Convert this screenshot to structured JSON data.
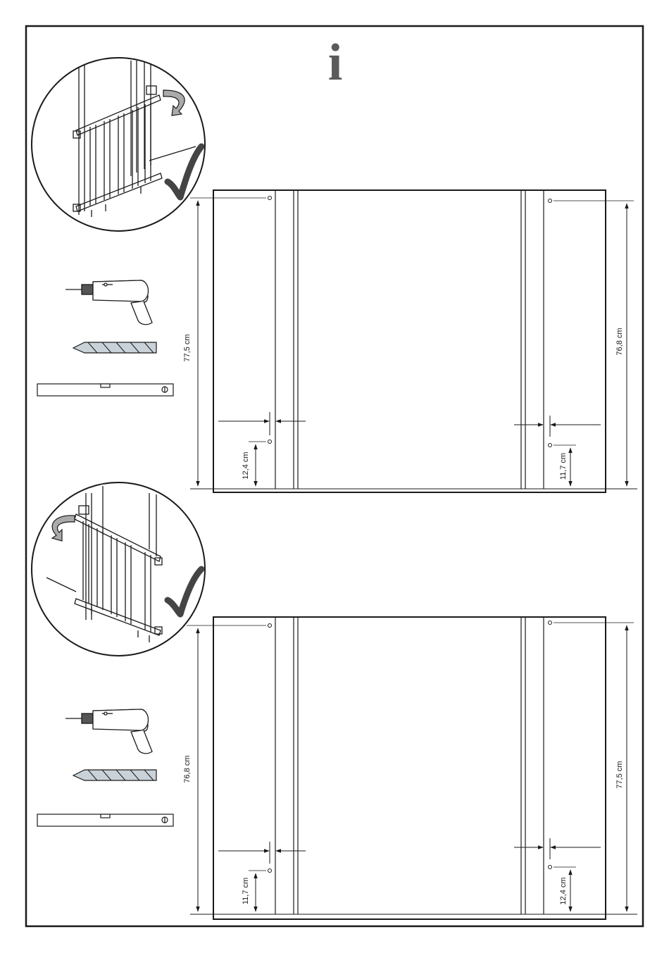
{
  "info_symbol": "i",
  "colors": {
    "line": "#1a1a1a",
    "info": "#5b5b5b",
    "check": "#444444",
    "arrow_fill": "#aaaaaa",
    "bit": "#c9d2d8"
  },
  "panels": [
    {
      "gate_view": "mounted-left-opening",
      "check_icon": "check-mark",
      "tools": [
        "drill-icon",
        "drill-bit-icon",
        "spirit-level-icon"
      ],
      "left_height": "77,5 cm",
      "left_bottom": "12,4 cm",
      "right_height": "76,8 cm",
      "right_bottom": "11,7 cm"
    },
    {
      "gate_view": "mounted-right-opening",
      "check_icon": "check-mark",
      "tools": [
        "drill-icon",
        "drill-bit-icon",
        "spirit-level-icon"
      ],
      "left_height": "76,8 cm",
      "left_bottom": "11,7 cm",
      "right_height": "77,5 cm",
      "right_bottom": "12,4 cm"
    }
  ]
}
